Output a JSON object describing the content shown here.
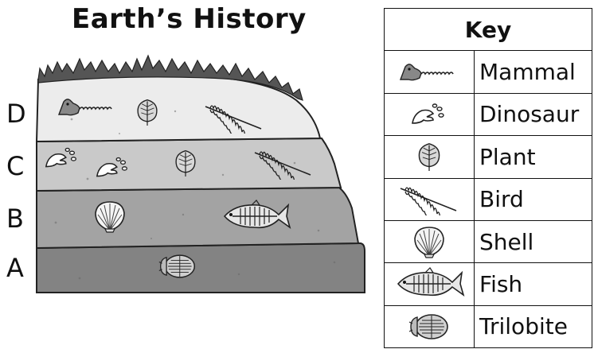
{
  "title": "Earth’s History",
  "layers": [
    {
      "label": "D",
      "fossils": [
        "mammal",
        "plant",
        "bird"
      ]
    },
    {
      "label": "C",
      "fossils": [
        "dinosaur",
        "dinosaur",
        "plant",
        "bird"
      ]
    },
    {
      "label": "B",
      "fossils": [
        "shell",
        "fish"
      ]
    },
    {
      "label": "A",
      "fossils": [
        "trilobite"
      ]
    }
  ],
  "key": {
    "header": "Key",
    "items": [
      {
        "icon": "mammal-icon",
        "label": "Mammal"
      },
      {
        "icon": "dinosaur-icon",
        "label": "Dinosaur"
      },
      {
        "icon": "plant-icon",
        "label": "Plant"
      },
      {
        "icon": "bird-icon",
        "label": "Bird"
      },
      {
        "icon": "shell-icon",
        "label": "Shell"
      },
      {
        "icon": "fish-icon",
        "label": "Fish"
      },
      {
        "icon": "trilobite-icon",
        "label": "Trilobite"
      }
    ]
  },
  "colors": {
    "layer_d": "#ececec",
    "layer_c": "#c9c9c9",
    "layer_b": "#a3a3a3",
    "layer_a": "#838383",
    "outline": "#222222"
  }
}
